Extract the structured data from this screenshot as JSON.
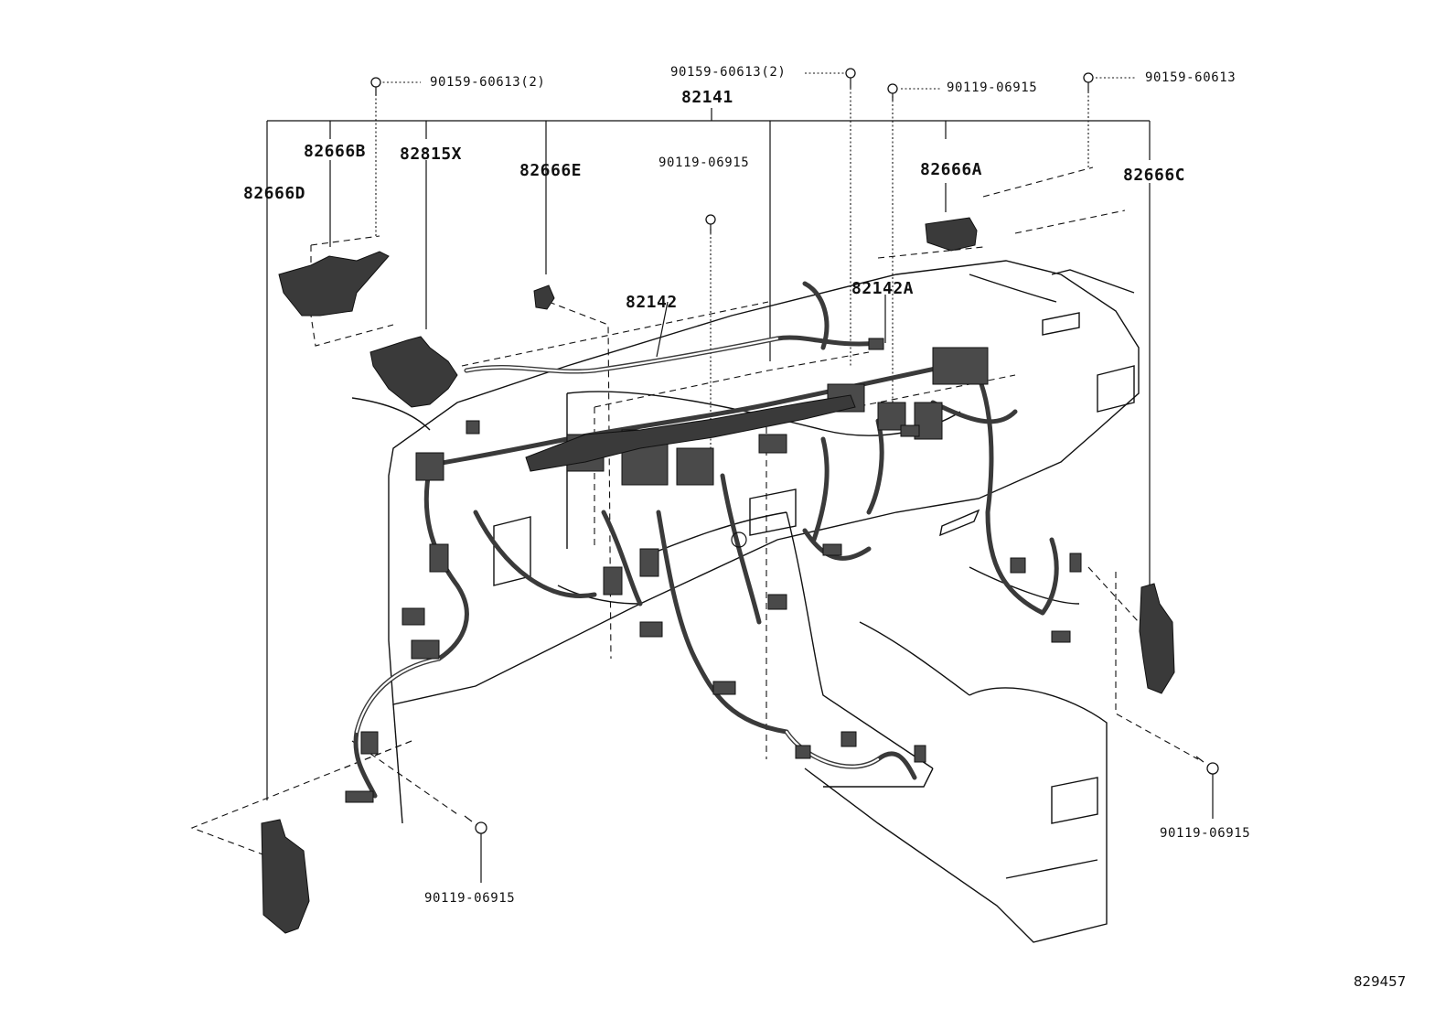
{
  "parts": {
    "harness_main": "82141",
    "harness_sub": "82142",
    "harness_sub_a": "82142A",
    "block_a": "82666A",
    "block_b": "82666B",
    "block_c": "82666C",
    "block_d": "82666D",
    "block_e": "82666E",
    "relay_block": "82815X"
  },
  "fasteners": {
    "top_left_screw": "90159-60613(2)",
    "top_center_screw": "90159-60613(2)",
    "top_center_bolt": "90119-06915",
    "top_right_screw": "90159-60613",
    "center_bolt": "90119-06915",
    "bottom_left_bolt": "90119-06915",
    "bottom_right_bolt": "90119-06915"
  },
  "diagram_id": "829457"
}
